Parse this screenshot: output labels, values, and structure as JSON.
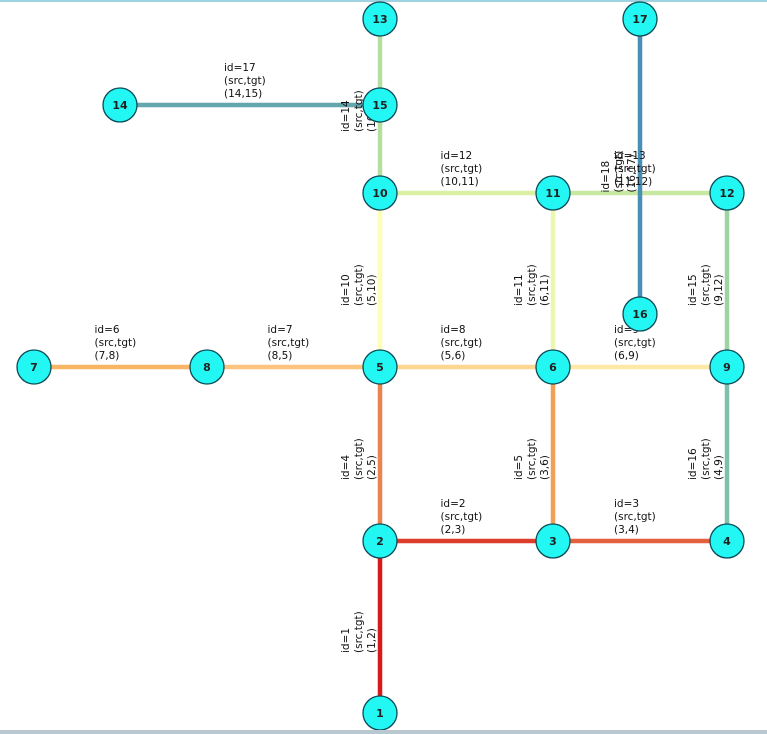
{
  "graph": {
    "node_color": "#22f7f4",
    "nodes": [
      {
        "id": "1"
      },
      {
        "id": "2"
      },
      {
        "id": "3"
      },
      {
        "id": "4"
      },
      {
        "id": "5"
      },
      {
        "id": "6"
      },
      {
        "id": "7"
      },
      {
        "id": "8"
      },
      {
        "id": "9"
      },
      {
        "id": "10"
      },
      {
        "id": "11"
      },
      {
        "id": "12"
      },
      {
        "id": "13"
      },
      {
        "id": "14"
      },
      {
        "id": "15"
      },
      {
        "id": "16"
      },
      {
        "id": "17"
      }
    ],
    "edges": [
      {
        "id": "id=1",
        "pair": "(1,2)",
        "src": "1",
        "tgt": "2",
        "color": "#d7191c"
      },
      {
        "id": "id=2",
        "pair": "(2,3)",
        "src": "2",
        "tgt": "3",
        "color": "#dd3d2d"
      },
      {
        "id": "id=3",
        "pair": "(3,4)",
        "src": "3",
        "tgt": "4",
        "color": "#e4603e"
      },
      {
        "id": "id=4",
        "pair": "(2,5)",
        "src": "2",
        "tgt": "5",
        "color": "#ea8350"
      },
      {
        "id": "id=5",
        "pair": "(3,6)",
        "src": "3",
        "tgt": "6",
        "color": "#f2a055"
      },
      {
        "id": "id=6",
        "pair": "(7,8)",
        "src": "7",
        "tgt": "8",
        "color": "#f8b565"
      },
      {
        "id": "id=7",
        "pair": "(8,5)",
        "src": "8",
        "tgt": "5",
        "color": "#fcc47e"
      },
      {
        "id": "id=8",
        "pair": "(5,6)",
        "src": "5",
        "tgt": "6",
        "color": "#fdd692"
      },
      {
        "id": "id=9",
        "pair": "(6,9)",
        "src": "6",
        "tgt": "9",
        "color": "#fee8a6"
      },
      {
        "id": "id=10",
        "pair": "(5,10)",
        "src": "5",
        "tgt": "10",
        "color": "#fefdb5"
      },
      {
        "id": "id=11",
        "pair": "(6,11)",
        "src": "6",
        "tgt": "11",
        "color": "#ebf7ae"
      },
      {
        "id": "id=12",
        "pair": "(10,11)",
        "src": "10",
        "tgt": "11",
        "color": "#dcf0a5"
      },
      {
        "id": "id=13",
        "pair": "(11,12)",
        "src": "11",
        "tgt": "12",
        "color": "#c7e8a0"
      },
      {
        "id": "id=14",
        "pair": "(10,13)",
        "src": "10",
        "tgt": "13",
        "color": "#b3dfa0"
      },
      {
        "id": "id=15",
        "pair": "(9,12)",
        "src": "9",
        "tgt": "12",
        "color": "#9dd3a5"
      },
      {
        "id": "id=16",
        "pair": "(4,9)",
        "src": "4",
        "tgt": "9",
        "color": "#80bfab"
      },
      {
        "id": "id=17",
        "pair": "(14,15)",
        "src": "14",
        "tgt": "15",
        "color": "#63a6ad"
      },
      {
        "id": "id=18",
        "pair": "(16,17)",
        "src": "16",
        "tgt": "17",
        "color": "#478fb4"
      }
    ],
    "src_tgt_caption": "(src,tgt)"
  }
}
